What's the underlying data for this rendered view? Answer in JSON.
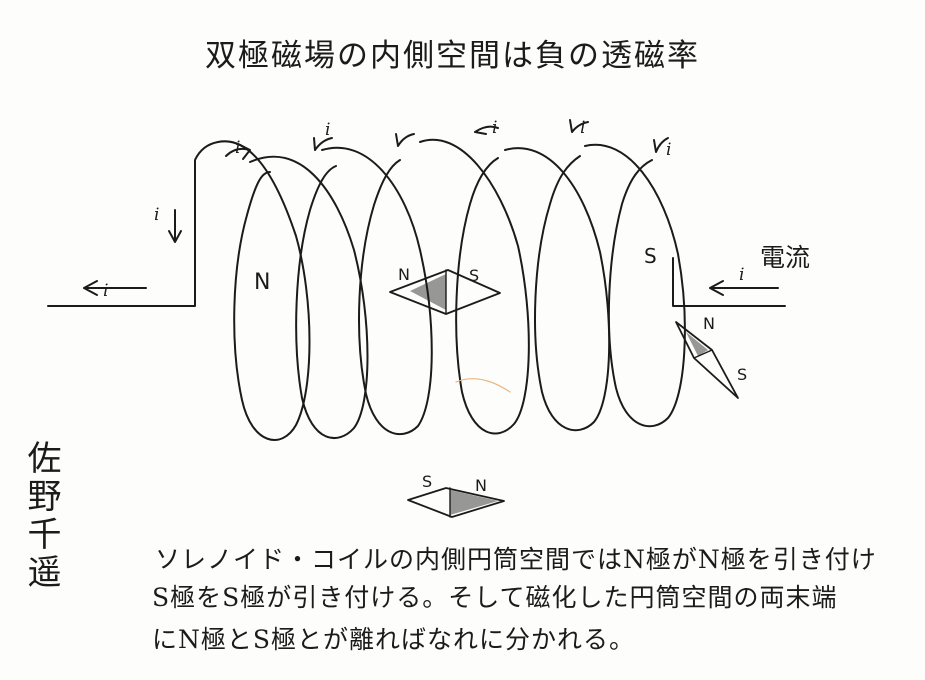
{
  "title": "双極磁場の内側空間は負の透磁率",
  "labels": {
    "current": "電流",
    "pole_n": "N",
    "pole_s": "S",
    "current_symbol": "i"
  },
  "author": "佐野千遥",
  "note": {
    "line1": "ソレノイド・コイルの内側円筒空間ではN極がN極を引き付け",
    "line2": "S極をS極が引き付ける。そして磁化した円筒空間の両末端",
    "line3": "にN極とS極とが離ればなれに分かれる。"
  },
  "colors": {
    "ink": "#1b1b1b",
    "paper": "#fdfdfb",
    "stray_mark": "#e8b37e"
  }
}
